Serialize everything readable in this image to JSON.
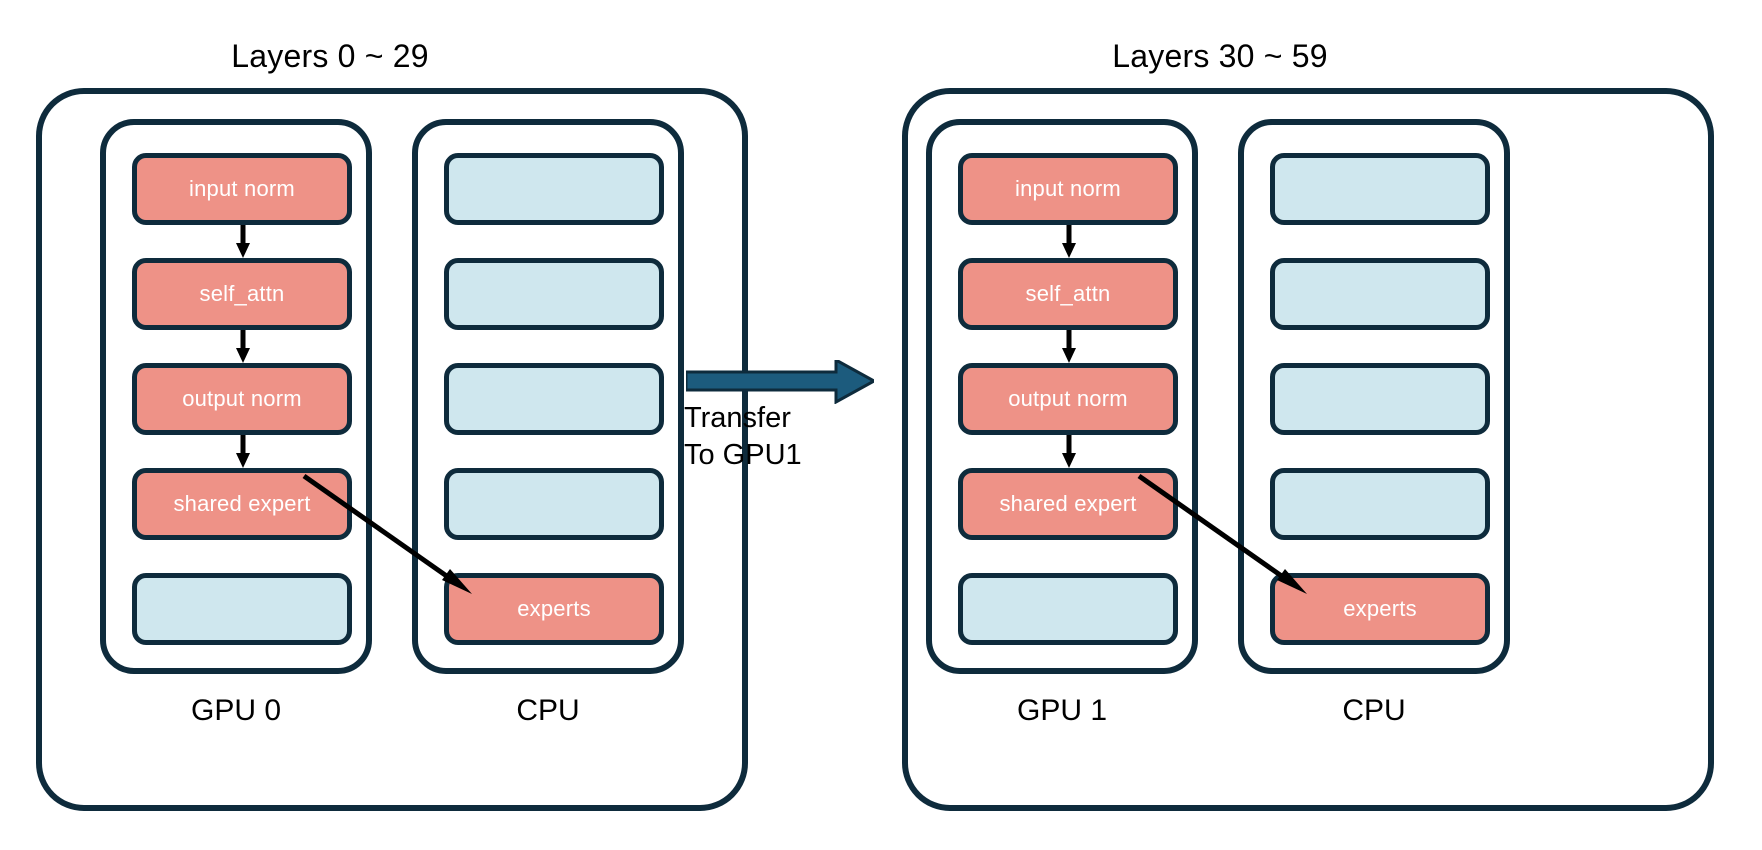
{
  "diagram": {
    "title_left": "Layers 0 ~ 29",
    "title_right": "Layers 30 ~ 59",
    "colors": {
      "active_block": "#ee9287",
      "idle_block": "#cfe7ee",
      "outline": "#0e2b3c",
      "transfer_arrow": "#1c5b7d",
      "background": "#ffffff",
      "block_text": "#ffffff",
      "label_text": "#000000"
    }
  },
  "panels": [
    {
      "id": "left",
      "title": "Layers 0 ~ 29",
      "gpu": {
        "label": "GPU 0",
        "blocks": [
          {
            "label": "input norm",
            "state": "active"
          },
          {
            "label": "self_attn",
            "state": "active"
          },
          {
            "label": "output norm",
            "state": "active"
          },
          {
            "label": "shared expert",
            "state": "active"
          },
          {
            "label": "",
            "state": "idle"
          }
        ]
      },
      "cpu": {
        "label": "CPU",
        "blocks": [
          {
            "label": "",
            "state": "idle"
          },
          {
            "label": "",
            "state": "idle"
          },
          {
            "label": "",
            "state": "idle"
          },
          {
            "label": "",
            "state": "idle"
          },
          {
            "label": "experts",
            "state": "active"
          }
        ]
      }
    },
    {
      "id": "right",
      "title": "Layers 30 ~ 59",
      "gpu": {
        "label": "GPU 1",
        "blocks": [
          {
            "label": "input norm",
            "state": "active"
          },
          {
            "label": "self_attn",
            "state": "active"
          },
          {
            "label": "output norm",
            "state": "active"
          },
          {
            "label": "shared expert",
            "state": "active"
          },
          {
            "label": "",
            "state": "idle"
          }
        ]
      },
      "cpu": {
        "label": "CPU",
        "blocks": [
          {
            "label": "",
            "state": "idle"
          },
          {
            "label": "",
            "state": "idle"
          },
          {
            "label": "",
            "state": "idle"
          },
          {
            "label": "",
            "state": "idle"
          },
          {
            "label": "experts",
            "state": "active"
          }
        ]
      }
    }
  ],
  "transfer": {
    "line1": "Transfer",
    "line2": "To GPU1"
  }
}
